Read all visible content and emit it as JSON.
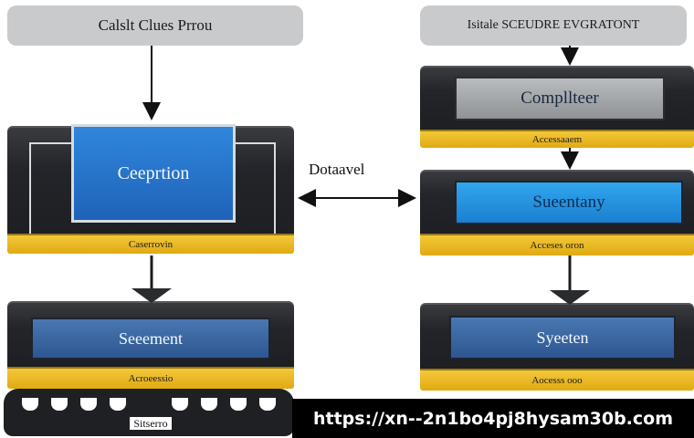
{
  "left_column": {
    "title": "Calslt Clues Prrou",
    "top_block": {
      "screen_label": "Ceeprtion",
      "base_label": "Caserrovin"
    },
    "bottom_block": {
      "screen_label": "Seeement",
      "base_label": "Acroeessio"
    },
    "footer_label": "Sitserro"
  },
  "right_column": {
    "title": "Isitale SCEUDRE EVGRATONT",
    "top_block": {
      "screen_label": "Compllteer",
      "base_label": "Accessaaem"
    },
    "middle_block": {
      "screen_label": "Sueentany",
      "base_label": "Acceses oron"
    },
    "bottom_block": {
      "screen_label": "Syeeten",
      "base_label": "Aocesss ooo"
    }
  },
  "connector_label": "Dotaavel",
  "watermark_url": "https://xn--2n1bo4pj8hysam30b.com",
  "colors": {
    "device_body": "#23252a",
    "device_base": "#f0bd28",
    "screen_blue": "#2a78d0",
    "screen_steel": "#3f6ba6",
    "pill": "#c9cacc"
  }
}
